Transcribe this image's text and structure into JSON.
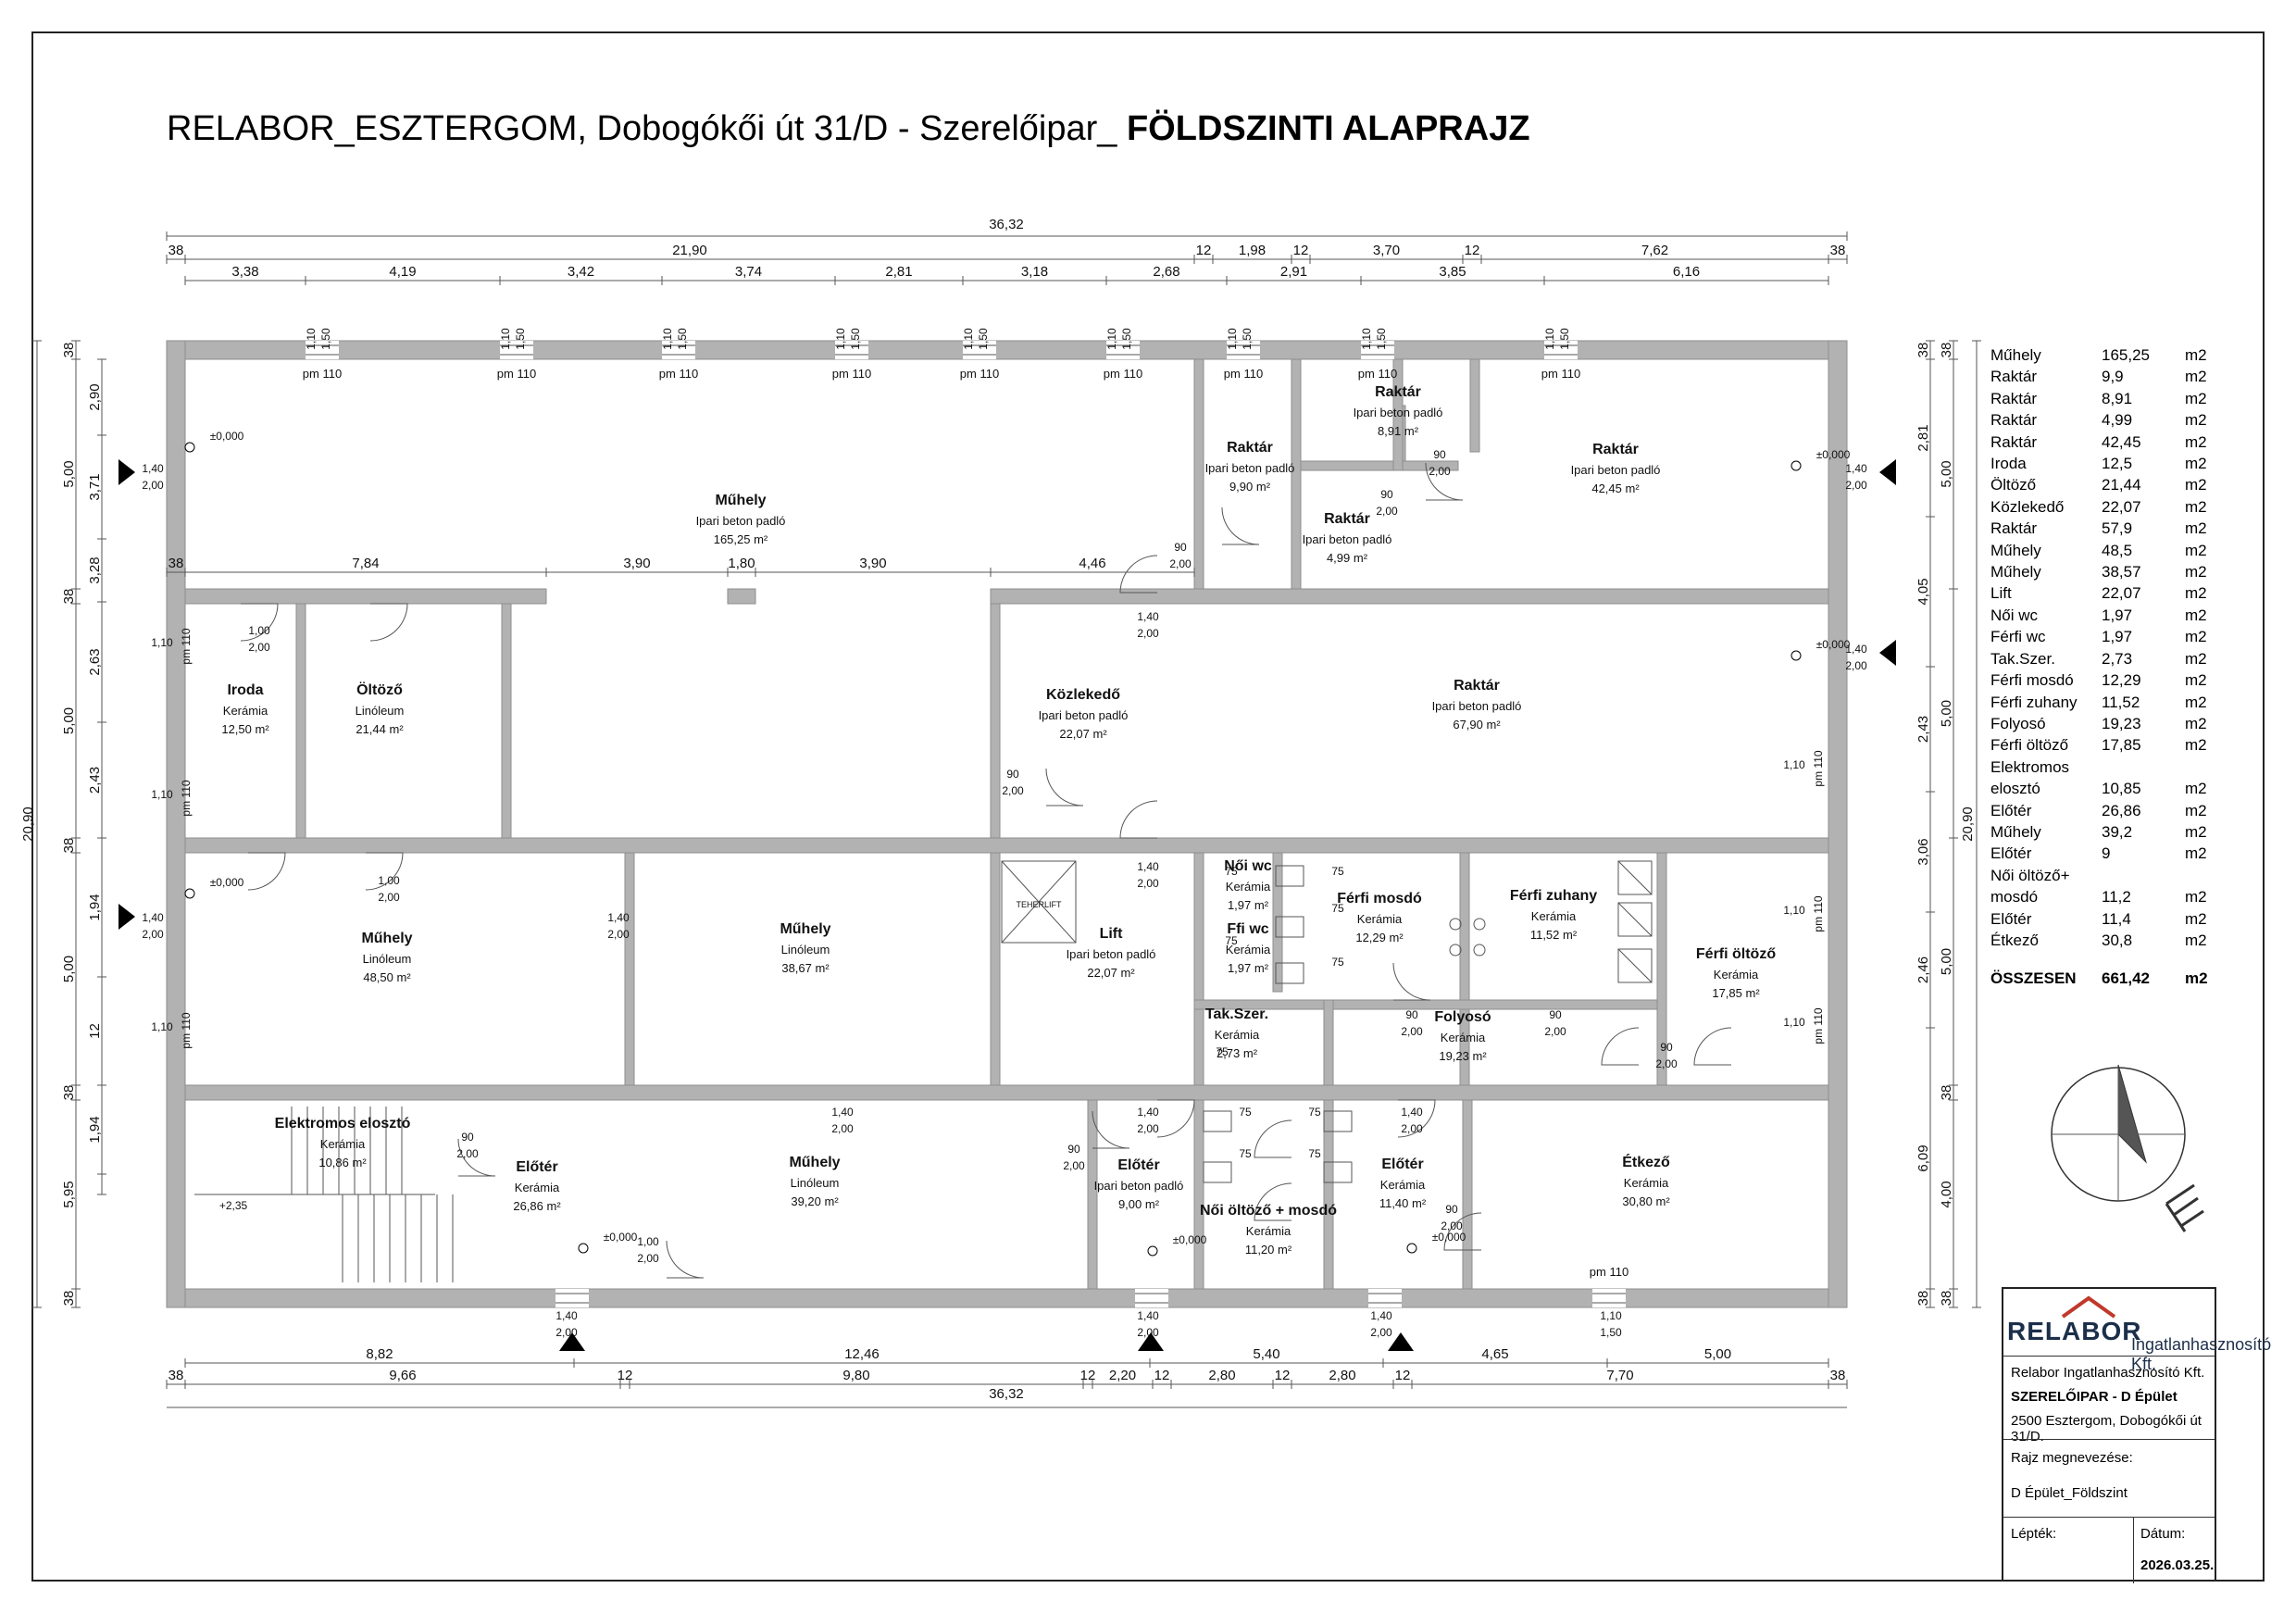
{
  "title": {
    "prefix": "RELABOR_ESZTERGOM, Dobogókői út 31/D - Szerelőipar_ ",
    "bold": "FÖLDSZINTI ALAPRAJZ"
  },
  "dims": {
    "top_total": "36,32",
    "top_row1": [
      "38",
      "21,90",
      "12",
      "1,98",
      "12",
      "3,70",
      "12",
      "7,62",
      "38"
    ],
    "top_row2": [
      "3,38",
      "4,19",
      "3,42",
      "3,74",
      "2,81",
      "3,18",
      "2,68",
      "2,91",
      "3,85",
      "6,16"
    ],
    "bottom_row1": [
      "8,82",
      "12,46",
      "5,40",
      "4,65",
      "5,00"
    ],
    "bottom_row2": [
      "38",
      "9,66",
      "12",
      "9,80",
      "12",
      "2,20",
      "12",
      "2,80",
      "12",
      "2,80",
      "12",
      "7,70",
      "38"
    ],
    "bottom_total": "36,32",
    "left_total": "20,90",
    "left_outer": [
      "38",
      "5,00",
      "38",
      "5,00",
      "38",
      "5,00",
      "38",
      "5,95",
      "38"
    ],
    "left_inner": [
      "2,90",
      "3,71",
      "3,28",
      "2,63",
      "2,43",
      "1,94",
      "12",
      "1,94"
    ],
    "right_total": "20,90",
    "right_outer": [
      "38",
      "2,81",
      "4,05",
      "2,43",
      "3,06",
      "2,46",
      "6,09",
      "38"
    ],
    "right_inner": [
      "38",
      "5,00",
      "5,00",
      "5,00",
      "38",
      "4,00",
      "38"
    ],
    "inner_row": [
      "38",
      "7,84",
      "3,90",
      "1,80",
      "3,90",
      "4,46"
    ]
  },
  "windows": {
    "w": "1,10",
    "h": "1,50",
    "sill": "pm 110"
  },
  "doors": [
    "1,40",
    "2,00",
    "90",
    "1,00",
    "75"
  ],
  "levels": {
    "zero": "±0,000",
    "stair": "+2,35"
  },
  "lift_label": "TEHERLIFT",
  "rooms": [
    {
      "name": "Műhely",
      "floor": "Ipari beton padló",
      "area": "165,25 m²"
    },
    {
      "name": "Raktár",
      "floor": "Ipari beton padló",
      "area": "9,90 m²"
    },
    {
      "name": "Raktár",
      "floor": "Ipari beton padló",
      "area": "8,91 m²"
    },
    {
      "name": "Raktár",
      "floor": "Ipari beton padló",
      "area": "4,99 m²"
    },
    {
      "name": "Raktár",
      "floor": "Ipari beton padló",
      "area": "42,45 m²"
    },
    {
      "name": "Iroda",
      "floor": "Kerámia",
      "area": "12,50 m²"
    },
    {
      "name": "Öltöző",
      "floor": "Linóleum",
      "area": "21,44 m²"
    },
    {
      "name": "Közlekedő",
      "floor": "Ipari beton padló",
      "area": "22,07 m²"
    },
    {
      "name": "Raktár",
      "floor": "Ipari beton padló",
      "area": "67,90 m²"
    },
    {
      "name": "Műhely",
      "floor": "Linóleum",
      "area": "48,50 m²"
    },
    {
      "name": "Műhely",
      "floor": "Linóleum",
      "area": "38,67 m²"
    },
    {
      "name": "Lift",
      "floor": "Ipari beton padló",
      "area": "22,07 m²"
    },
    {
      "name": "Női wc",
      "floor": "Kerámia",
      "area": "1,97 m²"
    },
    {
      "name": "Ffi wc",
      "floor": "Kerámia",
      "area": "1,97 m²"
    },
    {
      "name": "Férfi mosdó",
      "floor": "Kerámia",
      "area": "12,29 m²"
    },
    {
      "name": "Férfi zuhany",
      "floor": "Kerámia",
      "area": "11,52 m²"
    },
    {
      "name": "Férfi öltöző",
      "floor": "Kerámia",
      "area": "17,85 m²"
    },
    {
      "name": "Tak.Szer.",
      "floor": "Kerámia",
      "area": "2,73 m²"
    },
    {
      "name": "Folyosó",
      "floor": "Kerámia",
      "area": "19,23 m²"
    },
    {
      "name": "Elektromos elosztó",
      "floor": "Kerámia",
      "area": "10,86 m²"
    },
    {
      "name": "Előtér",
      "floor": "Kerámia",
      "area": "26,86 m²"
    },
    {
      "name": "Műhely",
      "floor": "Linóleum",
      "area": "39,20 m²"
    },
    {
      "name": "Előtér",
      "floor": "Ipari beton padló",
      "area": "9,00 m²"
    },
    {
      "name": "Női öltöző + mosdó",
      "floor": "Kerámia",
      "area": "11,20 m²"
    },
    {
      "name": "Előtér",
      "floor": "Kerámia",
      "area": "11,40 m²"
    },
    {
      "name": "Étkező",
      "floor": "Kerámia",
      "area": "30,80 m²"
    }
  ],
  "area_table": [
    {
      "n": "Műhely",
      "v": "165,25",
      "u": "m2"
    },
    {
      "n": "Raktár",
      "v": "9,9",
      "u": "m2"
    },
    {
      "n": "Raktár",
      "v": "8,91",
      "u": "m2"
    },
    {
      "n": "Raktár",
      "v": "4,99",
      "u": "m2"
    },
    {
      "n": "Raktár",
      "v": "42,45",
      "u": "m2"
    },
    {
      "n": "Iroda",
      "v": "12,5",
      "u": "m2"
    },
    {
      "n": "Öltöző",
      "v": "21,44",
      "u": "m2"
    },
    {
      "n": "Közlekedő",
      "v": "22,07",
      "u": "m2"
    },
    {
      "n": "Raktár",
      "v": "57,9",
      "u": "m2"
    },
    {
      "n": "Műhely",
      "v": "48,5",
      "u": "m2"
    },
    {
      "n": "Műhely",
      "v": "38,57",
      "u": "m2"
    },
    {
      "n": "Lift",
      "v": "22,07",
      "u": "m2"
    },
    {
      "n": "Női wc",
      "v": "1,97",
      "u": "m2"
    },
    {
      "n": "Férfi wc",
      "v": "1,97",
      "u": "m2"
    },
    {
      "n": "Tak.Szer.",
      "v": "2,73",
      "u": "m2"
    },
    {
      "n": "Férfi mosdó",
      "v": "12,29",
      "u": "m2"
    },
    {
      "n": "Férfi zuhany",
      "v": "11,52",
      "u": "m2"
    },
    {
      "n": "Folyosó",
      "v": "19,23",
      "u": "m2"
    },
    {
      "n": "Férfi öltöző",
      "v": "17,85",
      "u": "m2"
    },
    {
      "n": "Elektromos",
      "v": "",
      "u": ""
    },
    {
      "n": "elosztó",
      "v": "10,85",
      "u": "m2"
    },
    {
      "n": "Előtér",
      "v": "26,86",
      "u": "m2"
    },
    {
      "n": "Műhely",
      "v": "39,2",
      "u": "m2"
    },
    {
      "n": "Előtér",
      "v": "9",
      "u": "m2"
    },
    {
      "n": "Női öltöző+",
      "v": "",
      "u": ""
    },
    {
      "n": "mosdó",
      "v": "11,2",
      "u": "m2"
    },
    {
      "n": "Előtér",
      "v": "11,4",
      "u": "m2"
    },
    {
      "n": "Étkező",
      "v": "30,8",
      "u": "m2"
    }
  ],
  "area_total": {
    "n": "ÖSSZESEN",
    "v": "661,42",
    "u": "m2"
  },
  "titleblock": {
    "logo": "RELABOR",
    "logo_sub": "Ingatlanhasznosító Kft.",
    "company": "Relabor Ingatlanhasznosító Kft.",
    "project": "SZERELŐIPAR - D Épület",
    "address": "2500 Esztergom, Dobogókői út 31/D.",
    "drawing_label": "Rajz megnevezése:",
    "drawing_name": "D Épület_Földszint",
    "scale_label": "Lépték:",
    "date_label": "Dátum:",
    "date": "2026.03.25."
  },
  "colors": {
    "wall": "#b2b2b2",
    "wall_edge": "#8e8e8e",
    "line": "#555555",
    "logo": "#1c2f4a",
    "roof": "#c0392b"
  }
}
